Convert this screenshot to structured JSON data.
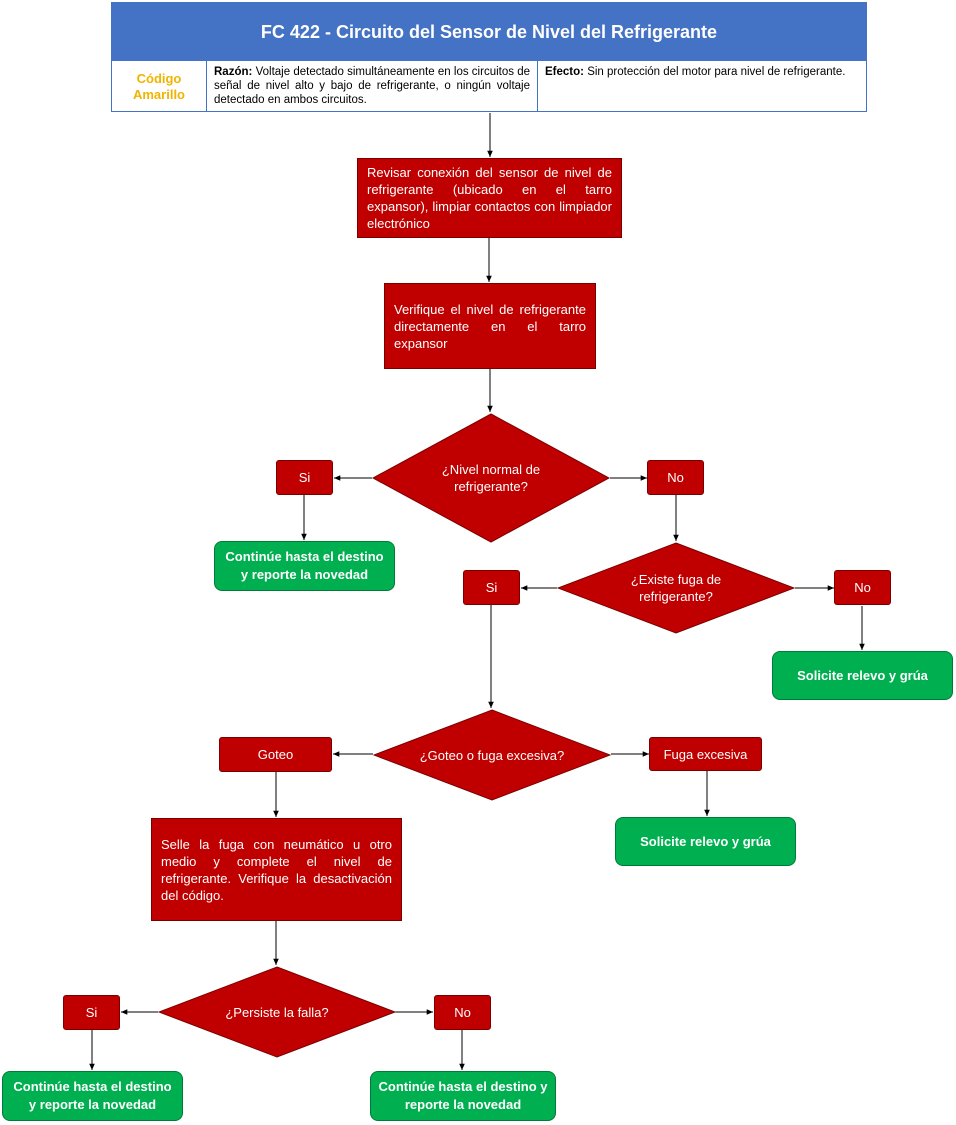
{
  "header": {
    "title": "FC 422 - Circuito del Sensor de Nivel del Refrigerante",
    "code_label": "Código Amarillo",
    "reason_label": "Razón:",
    "reason_text": "Voltaje detectado simultáneamente en los circuitos de señal de nivel alto y bajo de refrigerante, o ningún voltaje detectado en ambos circuitos.",
    "effect_label": "Efecto:",
    "effect_text": "Sin protección del motor para nivel de refrigerante."
  },
  "colors": {
    "header_blue": "#4472c4",
    "code_yellow": "#f0b400",
    "process_red": "#c00000",
    "end_green": "#00b050"
  },
  "flow": {
    "step_check_connection": "Revisar conexión del sensor de nivel de refrigerante (ubicado en el tarro expansor), limpiar contactos con limpiador electrónico",
    "step_verify_level": "Verifique el nivel de refrigerante directamente en el tarro expansor",
    "q_level_normal": "¿Nivel normal de refrigerante?",
    "q1_yes": "Si",
    "q1_no": "No",
    "end_continue_1": "Continúe hasta el destino y reporte la novedad",
    "q_leak_exists": "¿Existe fuga de refrigerante?",
    "q2_yes": "Si",
    "q2_no": "No",
    "end_tow_1": "Solicite relevo y grúa",
    "q_drip_or_leak": "¿Goteo o fuga excesiva?",
    "q3_drip": "Goteo",
    "q3_excessive": "Fuga excesiva",
    "end_tow_2": "Solicite relevo y grúa",
    "step_seal_leak": "Selle la fuga con neumático u otro medio y complete el nivel de refrigerante. Verifique la desactivación del código.",
    "q_fault_persists": "¿Persiste la falla?",
    "q4_yes": "Si",
    "q4_no": "No",
    "end_continue_2": "Continúe hasta el destino y reporte la novedad",
    "end_continue_3": "Continúe hasta el destino y reporte la novedad"
  }
}
